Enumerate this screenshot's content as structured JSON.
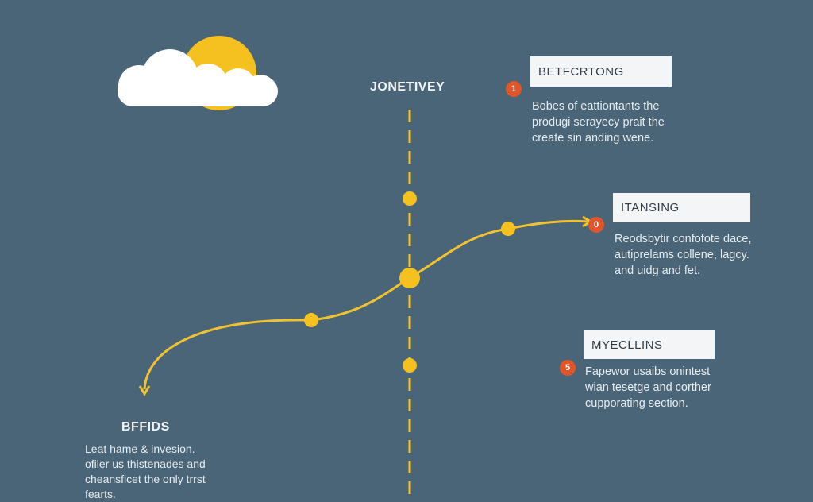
{
  "colors": {
    "background": "#4a6578",
    "path": "#f2c230",
    "sun": "#f5c120",
    "cloud": "#ffffff",
    "badge": "#e0562a",
    "box": "#f4f5f6"
  },
  "axis": {
    "title": "JONETIVEY"
  },
  "steps": [
    {
      "badge": "1",
      "title": "BETFCRTONG",
      "text": "Bobes of eattiontants the\nprodugi serayecy prait the\ncreate sin anding wene."
    },
    {
      "badge": "0",
      "title": "ITANSING",
      "text": "Reodsbytir confofote dace,\nautiprelams collene, lagcy.\nand uidg and fet."
    },
    {
      "badge": "5",
      "title": "MYECLLINS",
      "text": "Fapewor usaibs onintest\nwian tesetge and corther\ncupporating section."
    }
  ],
  "bottom": {
    "title": "BFFIDS",
    "text": "Leat hame & invesion.\nofiler us thistenades and\ncheansficet the only trrst\nfearts."
  },
  "icons": {
    "weather": "sun-behind-cloud-icon"
  }
}
